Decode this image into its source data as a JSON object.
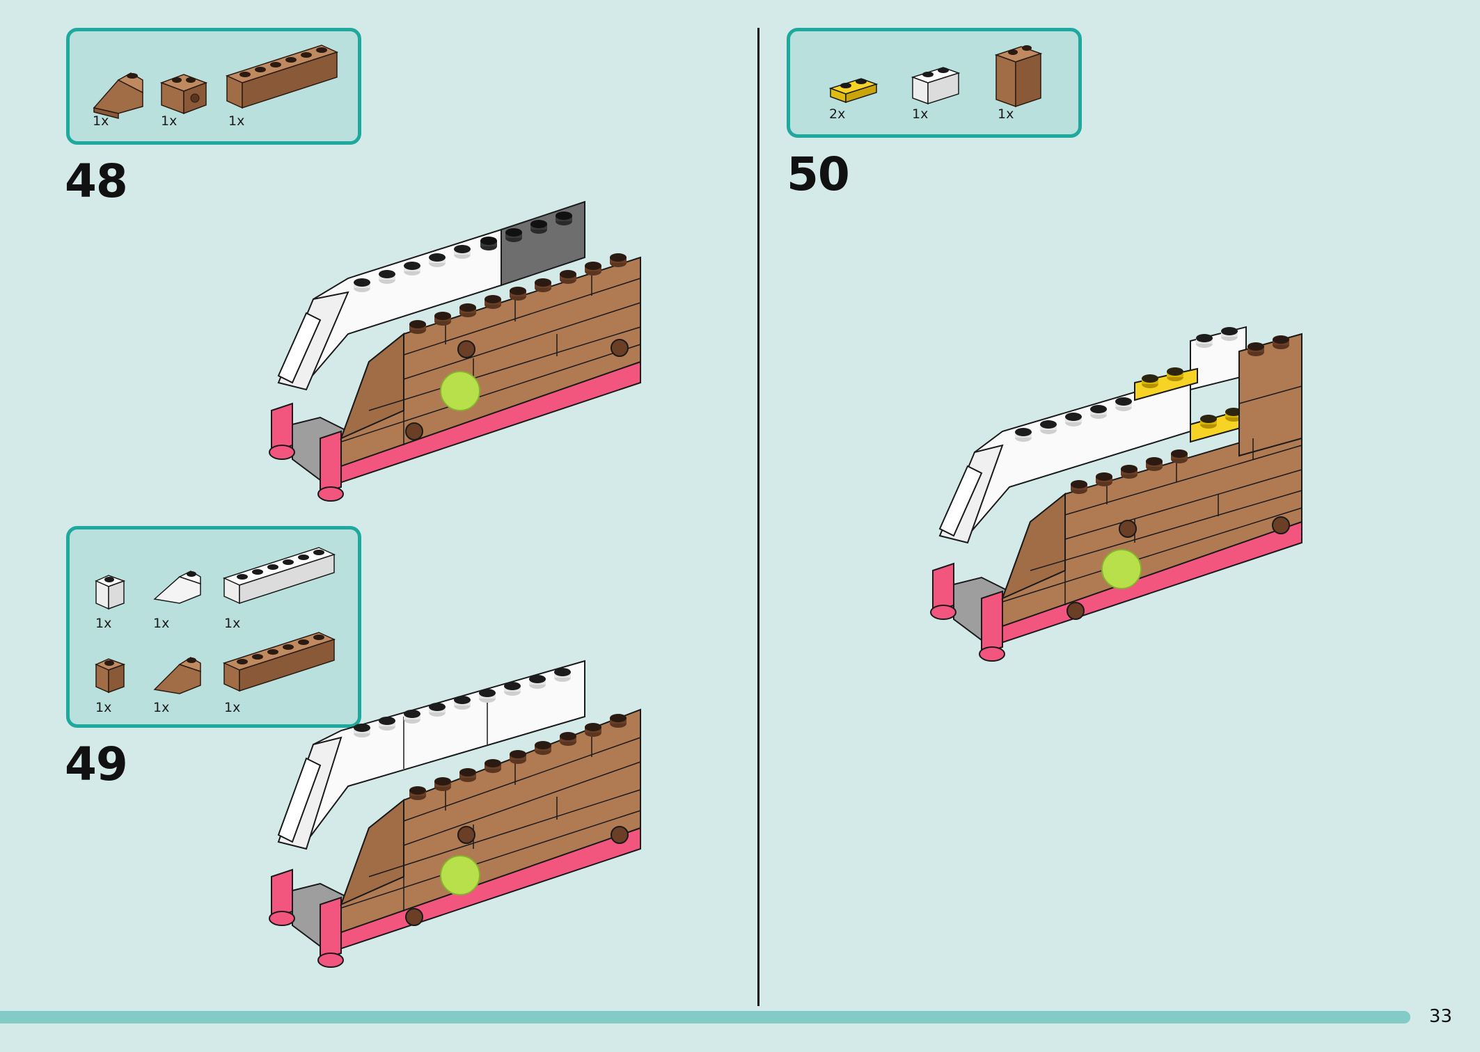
{
  "steps": [
    {
      "number": "48",
      "parts": [
        {
          "icon": "brown-slope-brick-icon",
          "qty": "1x"
        },
        {
          "icon": "brown-technic-brick-icon",
          "qty": "1x"
        },
        {
          "icon": "brown-1x6-brick-icon",
          "qty": "1x"
        }
      ]
    },
    {
      "number": "49",
      "parts": [
        {
          "icon": "white-1x1-brick-icon",
          "qty": "1x"
        },
        {
          "icon": "white-slope-brick-icon",
          "qty": "1x"
        },
        {
          "icon": "white-1x6-brick-icon",
          "qty": "1x"
        },
        {
          "icon": "brown-1x1-brick-icon",
          "qty": "1x"
        },
        {
          "icon": "brown-slope-brick-icon",
          "qty": "1x"
        },
        {
          "icon": "brown-1x6-brick-icon",
          "qty": "1x"
        }
      ]
    },
    {
      "number": "50",
      "parts": [
        {
          "icon": "yellow-1x2-plate-icon",
          "qty": "2x"
        },
        {
          "icon": "white-1x2-brick-icon",
          "qty": "1x"
        },
        {
          "icon": "brown-tall-brick-icon",
          "qty": "1x"
        }
      ]
    }
  ],
  "page_number": "33",
  "colors": {
    "background": "#d4eae8",
    "callout_fill": "#b9e0dc",
    "callout_border": "#1fa89e",
    "brick_brown": "#b07a52",
    "brick_white": "#ffffff",
    "brick_pink": "#f2557e",
    "brick_yellow": "#f6d324",
    "brick_grey": "#6e6e6e",
    "light_green": "#b8e04a"
  }
}
